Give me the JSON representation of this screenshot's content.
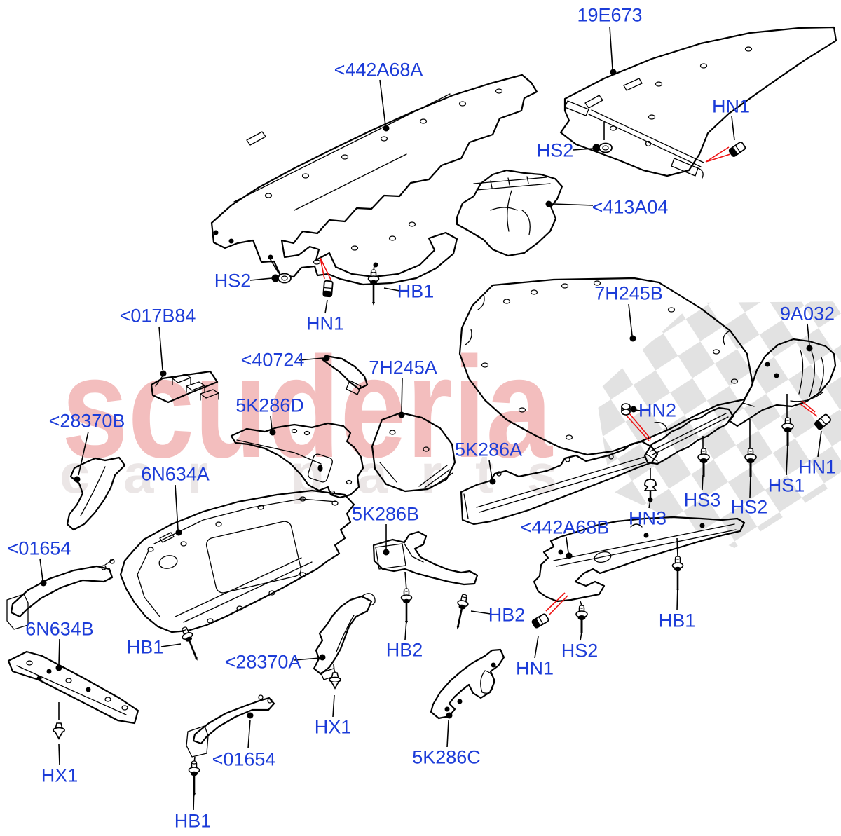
{
  "diagram": {
    "watermark_line1": "scuderia",
    "watermark_line2": "car parts",
    "colors": {
      "label_blue": "#1c3cd8",
      "arrow_red": "#ee1111",
      "line_black": "#000000",
      "watermark_pink": "#f3bebe",
      "watermark_gray": "#ebe6e6",
      "flag_gray": "#e2e2e2",
      "background": "#ffffff"
    }
  },
  "callouts": [
    {
      "id": "19E673",
      "text": "19E673"
    },
    {
      "id": "442A68A",
      "text": "<442A68A"
    },
    {
      "id": "HN1-top",
      "text": "HN1"
    },
    {
      "id": "HS2-top",
      "text": "HS2"
    },
    {
      "id": "413A04",
      "text": "<413A04"
    },
    {
      "id": "HS2-mid",
      "text": "HS2"
    },
    {
      "id": "HN1-mid",
      "text": "HN1"
    },
    {
      "id": "HB1-mid",
      "text": "HB1"
    },
    {
      "id": "7H245B",
      "text": "7H245B"
    },
    {
      "id": "9A032",
      "text": "9A032"
    },
    {
      "id": "017B84",
      "text": "<017B84"
    },
    {
      "id": "40724",
      "text": "<40724"
    },
    {
      "id": "7H245A",
      "text": "7H245A"
    },
    {
      "id": "HN2",
      "text": "HN2"
    },
    {
      "id": "5K286D",
      "text": "5K286D"
    },
    {
      "id": "28370B",
      "text": "<28370B"
    },
    {
      "id": "5K286A",
      "text": "5K286A"
    },
    {
      "id": "HN1-right",
      "text": "HN1"
    },
    {
      "id": "HS1",
      "text": "HS1"
    },
    {
      "id": "HS3",
      "text": "HS3"
    },
    {
      "id": "HS2-right",
      "text": "HS2"
    },
    {
      "id": "HN3",
      "text": "HN3"
    },
    {
      "id": "6N634A",
      "text": "6N634A"
    },
    {
      "id": "01654-left",
      "text": "<01654"
    },
    {
      "id": "5K286B",
      "text": "5K286B"
    },
    {
      "id": "442A68B",
      "text": "<442A68B"
    },
    {
      "id": "HB2-right",
      "text": "HB2"
    },
    {
      "id": "HB1-right",
      "text": "HB1"
    },
    {
      "id": "6N634B",
      "text": "6N634B"
    },
    {
      "id": "HB1-left",
      "text": "HB1"
    },
    {
      "id": "HS2-bot",
      "text": "HS2"
    },
    {
      "id": "HB2-mid",
      "text": "HB2"
    },
    {
      "id": "28370A",
      "text": "<28370A"
    },
    {
      "id": "HN1-bot",
      "text": "HN1"
    },
    {
      "id": "HX1-mid",
      "text": "HX1"
    },
    {
      "id": "01654-bot",
      "text": "<01654"
    },
    {
      "id": "5K286C",
      "text": "5K286C"
    },
    {
      "id": "HX1-left",
      "text": "HX1"
    },
    {
      "id": "HB1-bot",
      "text": "HB1"
    }
  ]
}
